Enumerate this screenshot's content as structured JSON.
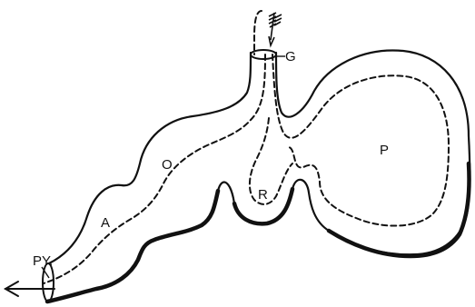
{
  "diagram": {
    "labels": {
      "g": "G",
      "p": "P",
      "r": "R",
      "o": "O",
      "a": "A",
      "py": "PY."
    }
  }
}
